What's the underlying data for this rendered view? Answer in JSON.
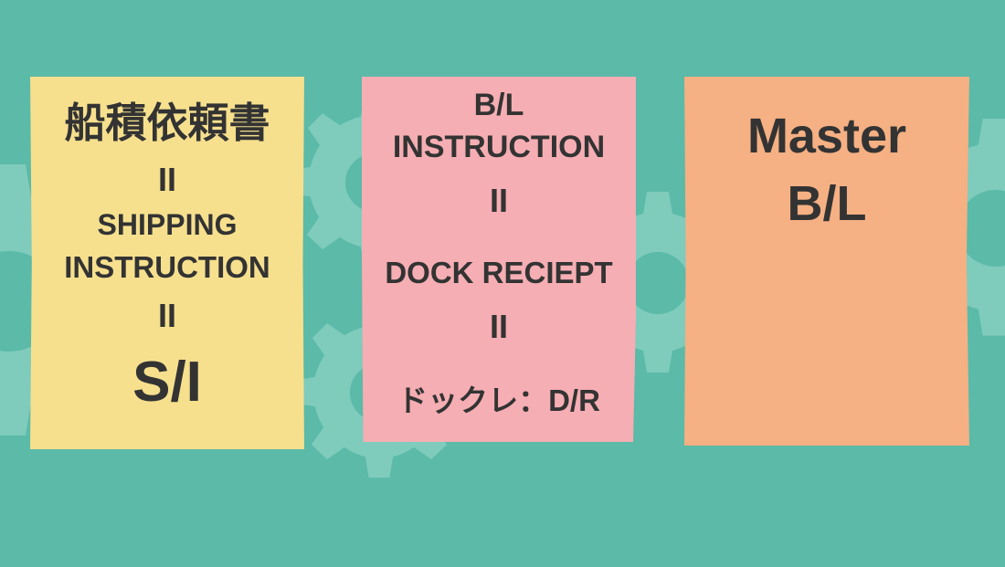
{
  "colors": {
    "background": "#5bbaa8",
    "gear": "#7fcbbc",
    "note_yellow": "#f6e08e",
    "note_pink": "#f5aeb3",
    "note_orange": "#f5b083",
    "text": "#333333"
  },
  "background_icon": "gear-icon",
  "notes": [
    {
      "color_name": "yellow",
      "lines": [
        "船積依頼書",
        "II",
        "SHIPPING",
        "INSTRUCTION",
        "II",
        "S/I"
      ]
    },
    {
      "color_name": "pink",
      "lines": [
        "B/L",
        "INSTRUCTION",
        "II",
        "DOCK RECIEPT",
        "II",
        "ドックレ：D/R"
      ]
    },
    {
      "color_name": "orange",
      "lines": [
        "Master",
        "B/L"
      ]
    }
  ]
}
